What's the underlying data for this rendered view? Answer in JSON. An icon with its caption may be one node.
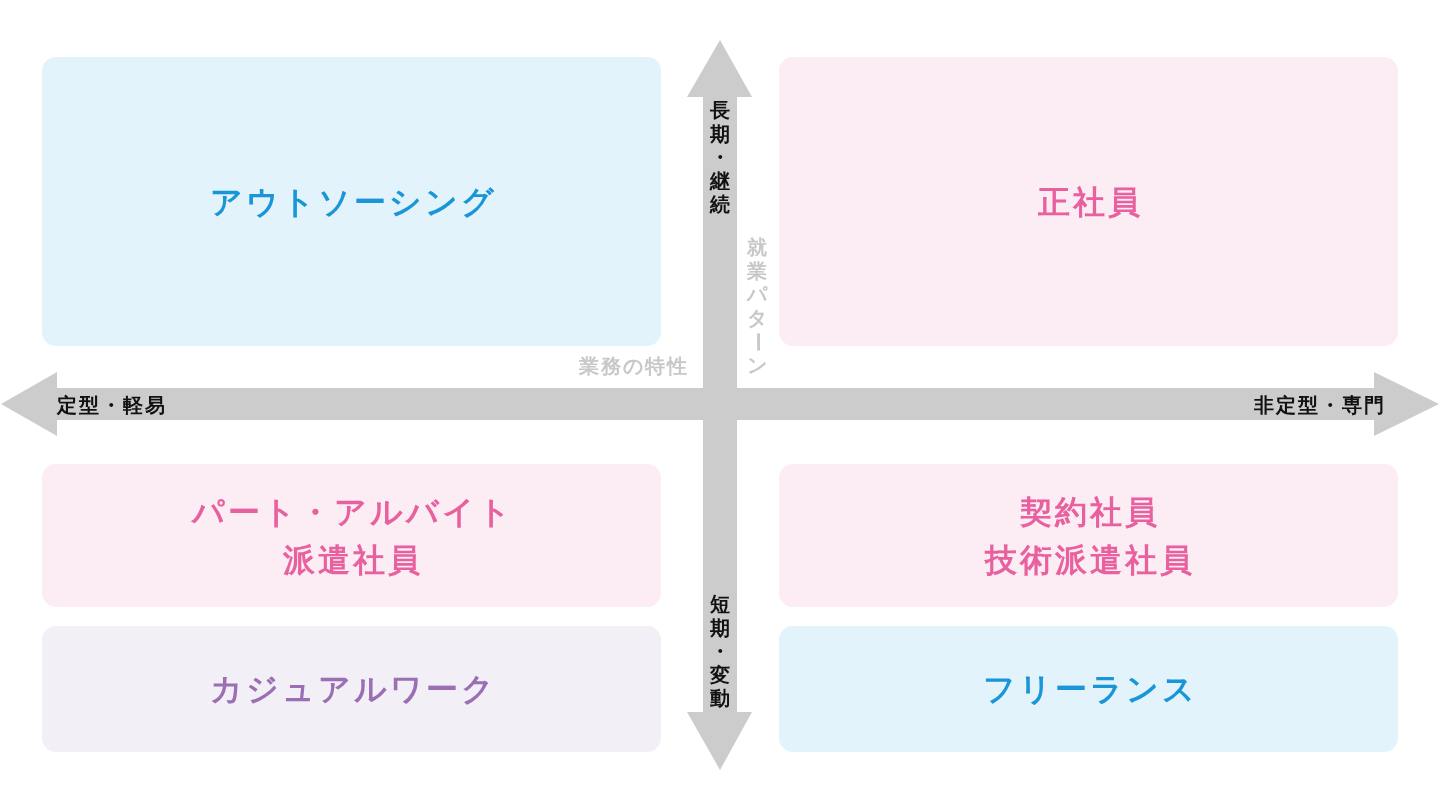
{
  "diagram": {
    "nodes": [
      {
        "text": [
          "アウトソーシング"
        ]
      },
      {
        "text": [
          "正社員"
        ]
      },
      {
        "text": [
          "パート・アルバイト",
          "派遣社員"
        ]
      },
      {
        "text": [
          "契約社員",
          "技術派遣社員"
        ]
      },
      {
        "text": [
          "カジュアルワーク"
        ]
      },
      {
        "text": [
          "フリーランス"
        ]
      }
    ],
    "labels": [
      "長期・継続",
      "就業パターン",
      "業務の特性",
      "定型・軽易",
      "非定型・専門",
      "短期・変動"
    ]
  }
}
